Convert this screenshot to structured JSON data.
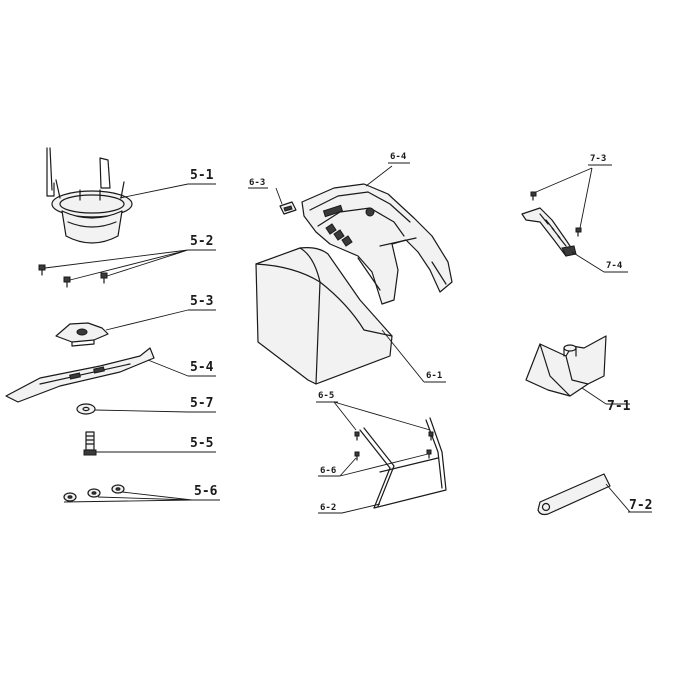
{
  "labels": {
    "p5_1": "5-1",
    "p5_2": "5-2",
    "p5_3": "5-3",
    "p5_4": "5-4",
    "p5_7": "5-7",
    "p5_5": "5-5",
    "p5_6": "5-6",
    "p6_3": "6-3",
    "p6_4": "6-4",
    "p6_1": "6-1",
    "p6_5": "6-5",
    "p6_6": "6-6",
    "p6_2": "6-2",
    "p7_3": "7-3",
    "p7_4": "7-4",
    "p7_1": "7-1",
    "p7_2": "7-2"
  }
}
